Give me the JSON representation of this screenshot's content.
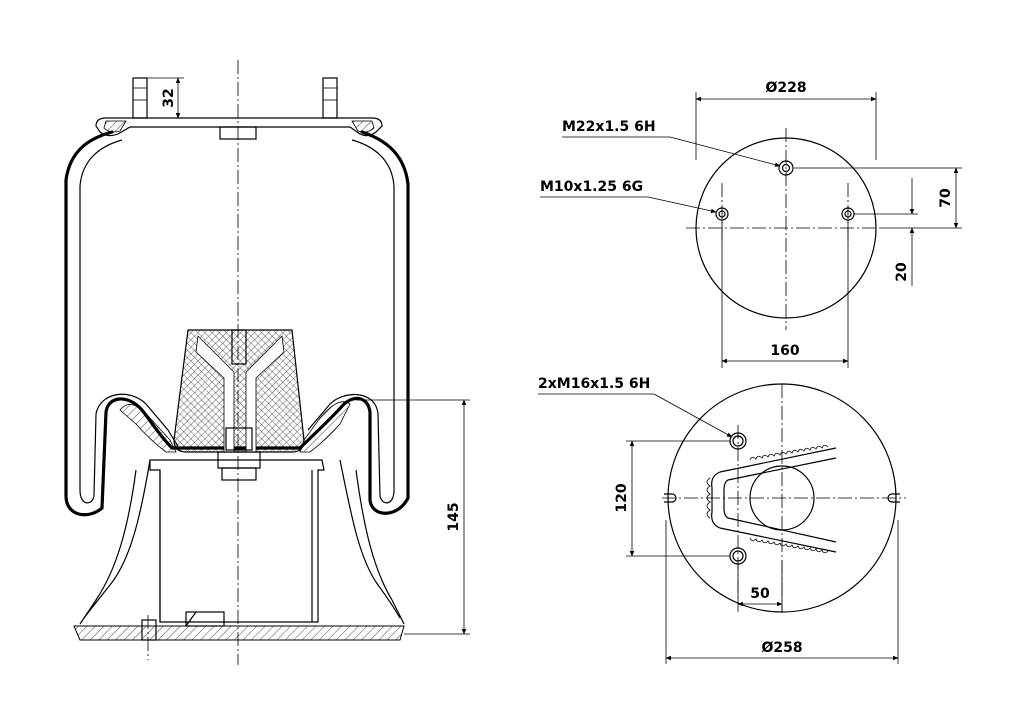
{
  "side_view": {
    "dim_stud_height": "32",
    "dim_piston_height": "145"
  },
  "top_plate": {
    "dim_diameter": "Ø228",
    "dim_stud_spacing": "160",
    "dim_offset_70": "70",
    "dim_offset_20": "20",
    "callout_air_fitting": "M22x1.5 6H",
    "callout_studs": "M10x1.25 6G"
  },
  "bottom_plate": {
    "dim_diameter": "Ø258",
    "dim_bolt_spacing": "120",
    "dim_offset_50": "50",
    "callout_bolts": "2xM16x1.5 6H"
  }
}
